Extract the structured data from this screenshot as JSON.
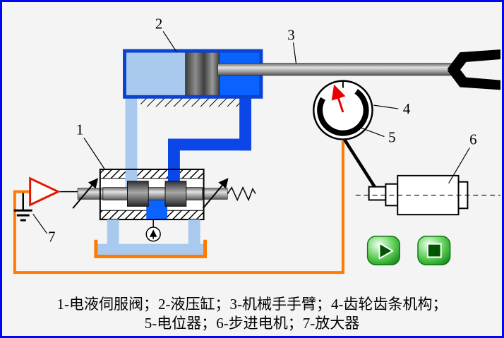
{
  "scene": {
    "background": "#f4f4f4",
    "frame_color": "#0008f0"
  },
  "part_labels": {
    "servo_valve": "1",
    "hydraulic_cylinder": "2",
    "manipulator_arm": "3",
    "gear_rack": "4",
    "potentiometer": "5",
    "stepper_motor": "6",
    "amplifier": "7"
  },
  "caption": {
    "line1": "1-电液伺服阀；2-液压缸；3-机械手手臂；4-齿轮齿条机构；",
    "line2": "5-电位器；6-步进电机；7-放大器"
  },
  "colors": {
    "wire_orange": "#ff7a00",
    "pipe_light_blue": "#a9c9ee",
    "pipe_dark_blue": "#0a46e8",
    "fluid_bright_blue": "#0a62ff",
    "cylinder_border": "#0a43d0",
    "amplifier_red": "#e01800",
    "needle_red": "#e80000",
    "button_green": "#1e9e1e"
  },
  "icons": {
    "play": "play-icon",
    "stop": "stop-icon",
    "pump": "pump-icon",
    "ground": "ground-icon"
  }
}
